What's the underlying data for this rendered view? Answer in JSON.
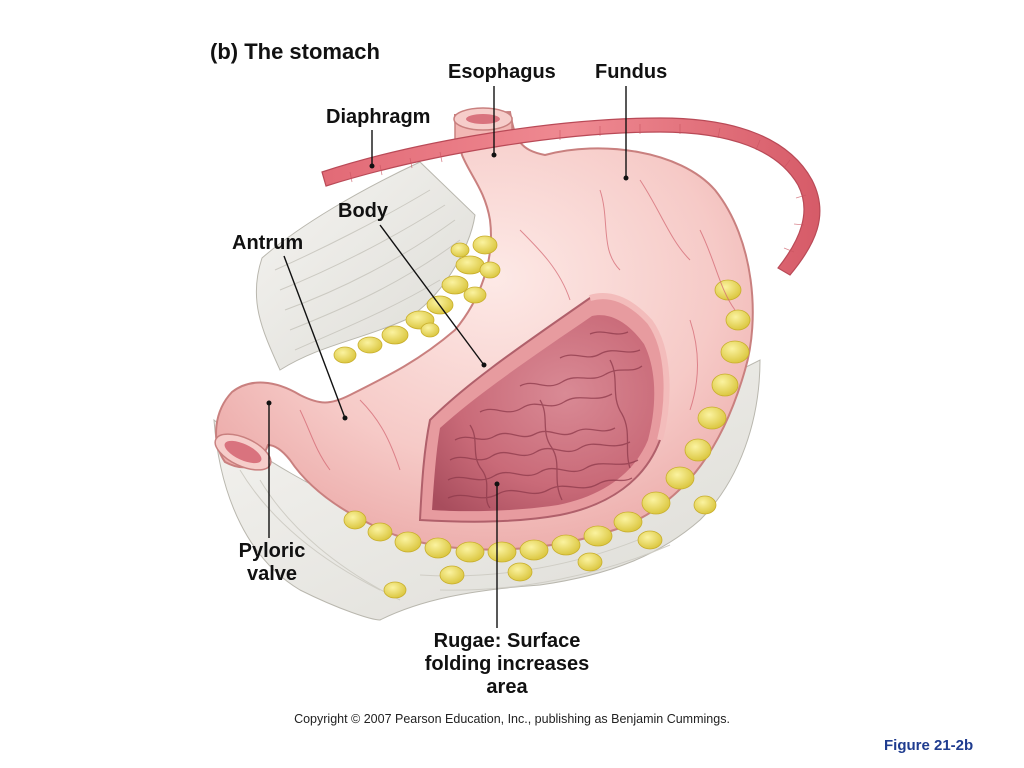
{
  "figure": {
    "title": "(b) The stomach",
    "number": "Figure 21-2b",
    "copyright": "Copyright © 2007 Pearson Education, Inc., publishing as Benjamin Cummings."
  },
  "labels": {
    "esophagus": "Esophagus",
    "fundus": "Fundus",
    "diaphragm": "Diaphragm",
    "body": "Body",
    "antrum": "Antrum",
    "pyloric_valve": [
      "Pyloric",
      "valve"
    ],
    "rugae": [
      "Rugae: Surface",
      "folding increases",
      "area"
    ]
  },
  "colors": {
    "stomach_wall": "#f4c4c2",
    "diaphragm": "#e86d78",
    "fat": "#ecd94a",
    "mucosa": "#c96a78",
    "omentum": "#ecebe7",
    "figure_number": "#1f3c8f"
  }
}
